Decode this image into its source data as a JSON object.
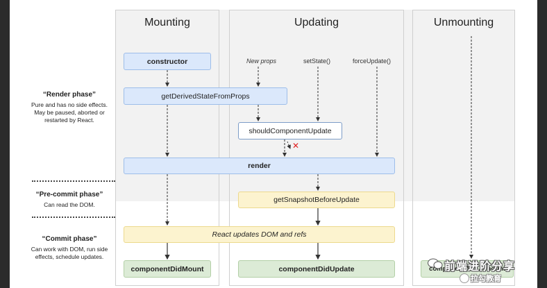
{
  "columns": {
    "mounting": "Mounting",
    "updating": "Updating",
    "unmounting": "Unmounting"
  },
  "phases": {
    "render": {
      "title": "“Render phase”",
      "desc": "Pure and has no side effects. May be paused, aborted or restarted by React."
    },
    "precommit": {
      "title": "“Pre-commit phase”",
      "desc": "Can read the DOM."
    },
    "commit": {
      "title": "“Commit phase”",
      "desc": "Can work with DOM, run side effects, schedule updates."
    }
  },
  "triggers": {
    "new_props": "New props",
    "set_state": "setState()",
    "force_update": "forceUpdate()"
  },
  "methods": {
    "constructor": "constructor",
    "get_derived": "getDerivedStateFromProps",
    "should_update": "shouldComponentUpdate",
    "render": "render",
    "snapshot": "getSnapshotBeforeUpdate",
    "react_updates": "React updates DOM and refs",
    "did_mount": "componentDidMount",
    "did_update": "componentDidUpdate",
    "will_unmount": "componentWillUnmount"
  },
  "cancel_mark": "✕",
  "watermark": {
    "line1": "前端进阶分享",
    "line2": "拉勾教育"
  },
  "colors": {
    "blue_box": "#dbe8fb",
    "yellow_box": "#fcf3cf",
    "green_box": "#dcebd6",
    "cancel": "#e02020"
  }
}
